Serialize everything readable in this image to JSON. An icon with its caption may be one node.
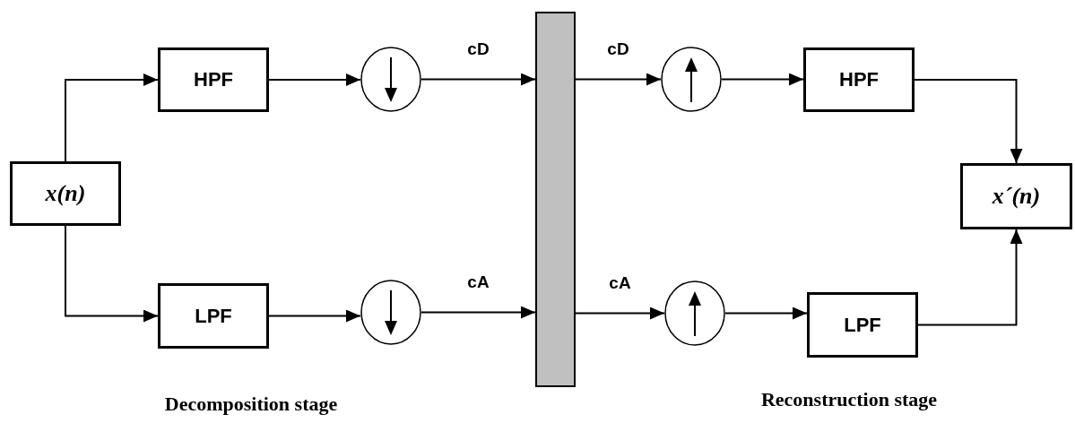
{
  "diagram": {
    "nodes": [
      {
        "text": [
          "x(n)"
        ]
      },
      {
        "text": [
          "HPF"
        ]
      },
      {
        "text": [
          "LPF"
        ]
      },
      {
        "text": [],
        "shape": "circle"
      },
      {
        "text": [],
        "shape": "circle"
      },
      {
        "text": [],
        "shape": "bar"
      },
      {
        "text": [],
        "shape": "circle"
      },
      {
        "text": [],
        "shape": "circle"
      },
      {
        "text": [
          "HPF"
        ]
      },
      {
        "text": [
          "LPF"
        ]
      },
      {
        "text": [
          "x´(n)"
        ]
      }
    ],
    "edges": [
      {
        "from": 0,
        "to": 1,
        "arrow": "to"
      },
      {
        "from": 0,
        "to": 2,
        "arrow": "to"
      },
      {
        "from": 1,
        "to": 3,
        "arrow": "to"
      },
      {
        "from": 2,
        "to": 4,
        "arrow": "to"
      },
      {
        "from": 3,
        "to": 5,
        "arrow": "to",
        "label": "cD"
      },
      {
        "from": 4,
        "to": 5,
        "arrow": "to",
        "label": "cA"
      },
      {
        "from": 5,
        "to": 6,
        "arrow": "to",
        "label": "cD"
      },
      {
        "from": 5,
        "to": 7,
        "arrow": "to",
        "label": "cA"
      },
      {
        "from": 6,
        "to": 8,
        "arrow": "to"
      },
      {
        "from": 7,
        "to": 9,
        "arrow": "to"
      },
      {
        "from": 8,
        "to": 10,
        "arrow": "to"
      },
      {
        "from": 9,
        "to": 10,
        "arrow": "to"
      }
    ],
    "labels": [
      "Decomposition stage",
      "Reconstruction stage"
    ]
  }
}
